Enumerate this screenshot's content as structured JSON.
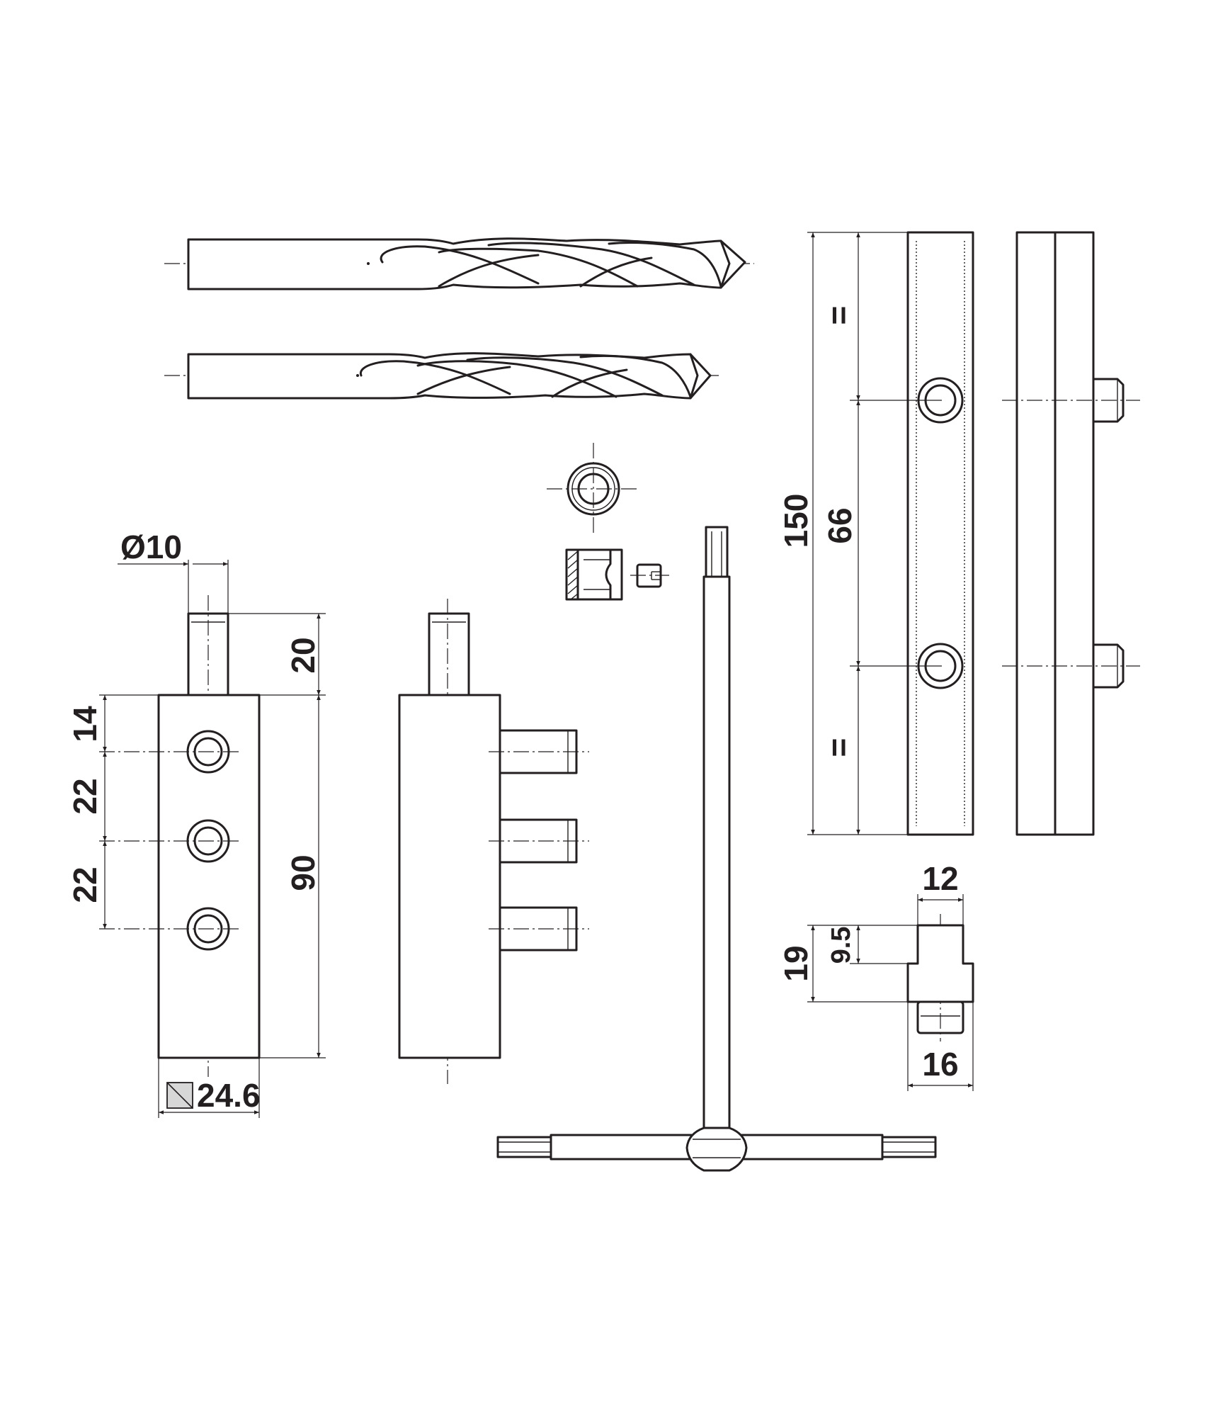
{
  "colors": {
    "ink": "#231f20",
    "paper": "#ffffff",
    "square_symbol_fill": "#d7d7d7"
  },
  "dimensions": {
    "bore_diameter": "Ø10",
    "pin_length": "20",
    "hole_offset_top": "14",
    "hole_pitch_1": "22",
    "hole_pitch_2": "22",
    "block_length": "90",
    "block_square": "24.6",
    "rail_length": "150",
    "rail_hole_spacing": "66",
    "rail_equal_top": "=",
    "rail_equal_bottom": "=",
    "stop_width_top": "12",
    "stop_total_height": "19",
    "stop_head_height": "9.5",
    "stop_width_bottom": "16"
  },
  "icons": [
    "square-section-icon"
  ]
}
